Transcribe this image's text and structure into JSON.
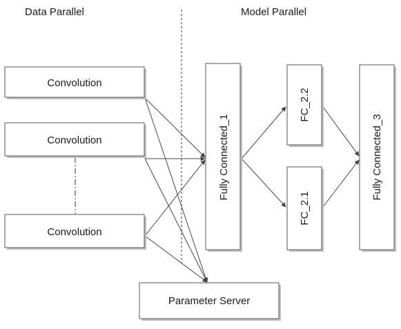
{
  "headers": {
    "data_parallel": "Data Parallel",
    "model_parallel": "Model Parallel"
  },
  "nodes": {
    "conv_1": "Convolution",
    "conv_2": "Convolution",
    "conv_3": "Convolution",
    "fc_1": "Fully Connected_1",
    "fc_2_2": "FC_2.2",
    "fc_2_1": "FC_2.1",
    "fc_3": "Fully Connected_3",
    "param_server": "Parameter Server"
  },
  "colors": {
    "box_fill": "#ffffff",
    "box_stroke": "#555555",
    "shadow": "#bfbfbf",
    "line": "#444444"
  }
}
